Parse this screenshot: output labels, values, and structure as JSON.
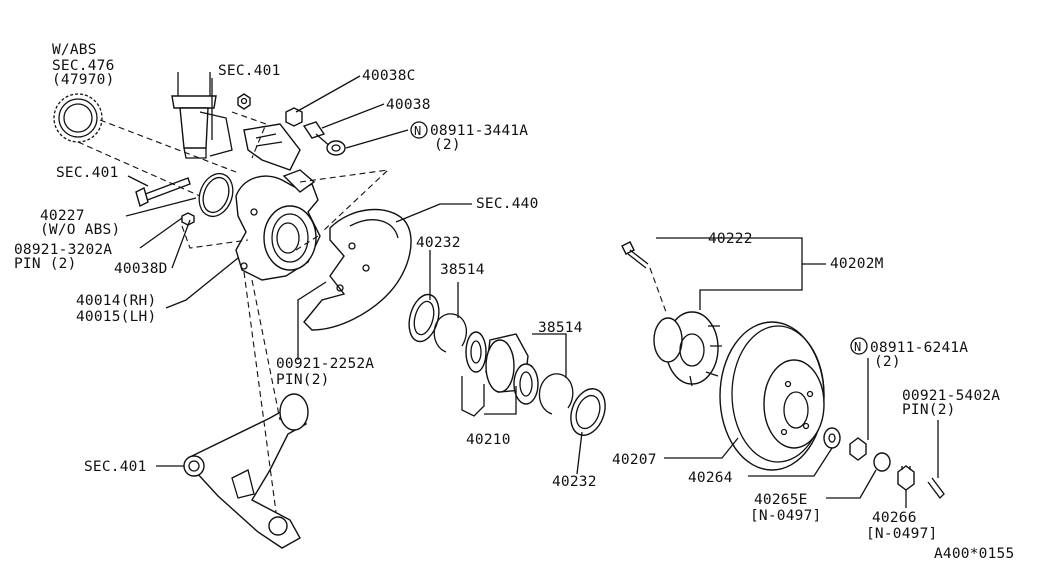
{
  "markers": {
    "n": "N"
  },
  "labels": {
    "w_abs": "W/ABS",
    "sec_476": "SEC.476",
    "p47970": "(47970)",
    "sec_401_top": "SEC.401",
    "p40038c": "40038C",
    "p40038": "40038",
    "p08911_3441a": "08911-3441A",
    "qty_2": "(2)",
    "sec_401_left": "SEC.401",
    "p40227": "40227",
    "w_o_abs": "(W/O ABS)",
    "p08921_3202a": "08921-3202A",
    "pin_2_spaced": "PIN (2)",
    "p40038d": "40038D",
    "p40014_rh": "40014(RH)",
    "p40015_lh": "40015(LH)",
    "sec_440": "SEC.440",
    "p40232": "40232",
    "p38514": "38514",
    "p00921_2252a": "00921-2252A",
    "pin_2": "PIN(2)",
    "p40210": "40210",
    "p40222": "40222",
    "p40202m": "40202M",
    "p08911_6241a": "08911-6241A",
    "p00921_5402a": "00921-5402A",
    "p40207": "40207",
    "p40264": "40264",
    "p40265e": "40265E",
    "n_0497": "[N-0497]",
    "p40266": "40266",
    "sec_401_bottom": "SEC.401",
    "diagram_code": "A400*0155"
  }
}
